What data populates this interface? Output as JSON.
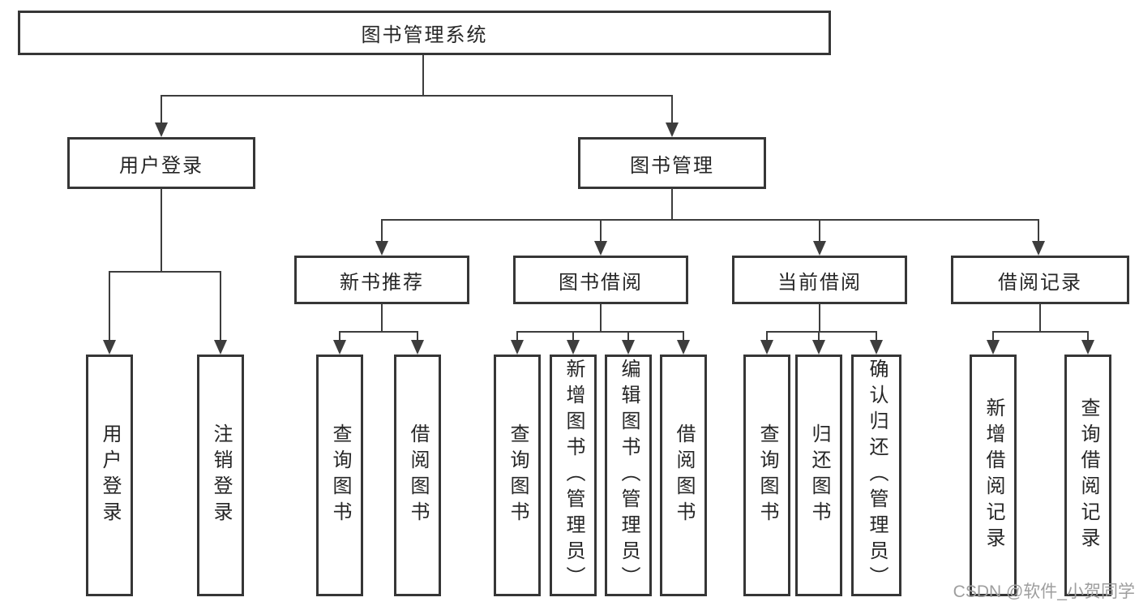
{
  "diagram": {
    "root": {
      "label": "图书管理系统"
    },
    "branches": [
      {
        "label": "用户登录",
        "children": [
          {
            "label": "用户登录"
          },
          {
            "label": "注销登录"
          }
        ]
      },
      {
        "label": "图书管理",
        "children": [
          {
            "label": "新书推荐",
            "children": [
              {
                "label": "查询图书"
              },
              {
                "label": "借阅图书"
              }
            ]
          },
          {
            "label": "图书借阅",
            "children": [
              {
                "label": "查询图书"
              },
              {
                "label": "新增图书（管理员）"
              },
              {
                "label": "编辑图书（管理员）"
              },
              {
                "label": "借阅图书"
              }
            ]
          },
          {
            "label": "当前借阅",
            "children": [
              {
                "label": "查询图书"
              },
              {
                "label": "归还图书"
              },
              {
                "label": "确认归还（管理员）"
              }
            ]
          },
          {
            "label": "借阅记录",
            "children": [
              {
                "label": "新增借阅记录"
              },
              {
                "label": "查询借阅记录"
              }
            ]
          }
        ]
      }
    ]
  },
  "watermark": {
    "text": "CSDN @软件_小贺同学"
  },
  "colors": {
    "line": "#3d3d3d",
    "box_border": "#363636",
    "box_fill": "#ffffff",
    "text": "#262626",
    "background": "#ffffff",
    "watermark": "#9e9e9e"
  }
}
